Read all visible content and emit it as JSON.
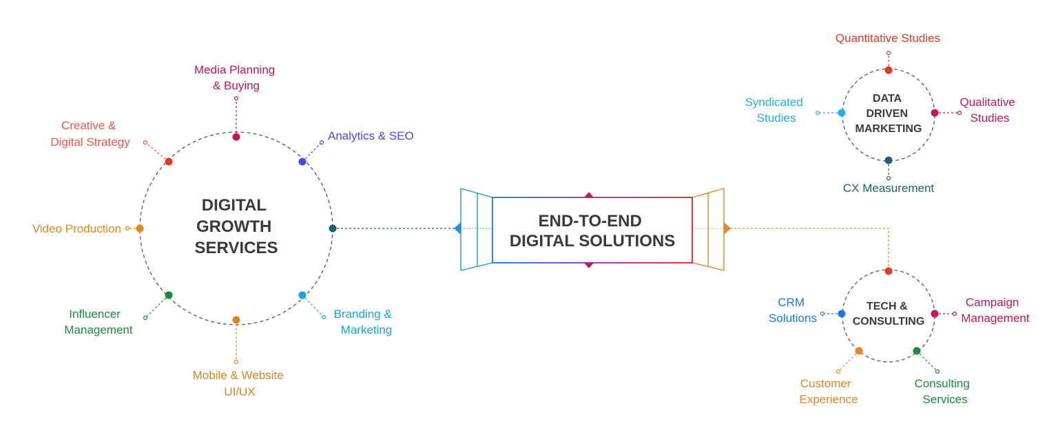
{
  "center": {
    "line1": "END-TO-END",
    "line2": "DIGITAL SOLUTIONS",
    "left_color": "#1e90e6",
    "right_color": "#e8862a",
    "accent_color": "#c2185b"
  },
  "growth": {
    "title": [
      "DIGITAL",
      "GROWTH",
      "SERVICES"
    ],
    "nodes": [
      {
        "id": "media",
        "lines": [
          "Media Planning",
          "& Buying"
        ],
        "color": "#c2185b"
      },
      {
        "id": "analytics",
        "lines": [
          "Analytics & SEO"
        ],
        "color": "#4a4ae0"
      },
      {
        "id": "connector",
        "lines": [],
        "color": "#1d5f7a"
      },
      {
        "id": "branding",
        "lines": [
          "Branding &",
          "Marketing"
        ],
        "color": "#1aa3e0"
      },
      {
        "id": "mobile",
        "lines": [
          "Mobile & Website",
          "UI/UX"
        ],
        "color": "#d9861c"
      },
      {
        "id": "influencer",
        "lines": [
          "Influencer",
          "Management"
        ],
        "color": "#1e8a3c"
      },
      {
        "id": "video",
        "lines": [
          "Video Production"
        ],
        "color": "#e8861a"
      },
      {
        "id": "creative",
        "lines": [
          "Creative &",
          "Digital Strategy"
        ],
        "color": "#ec5a48"
      }
    ]
  },
  "data_driven": {
    "title": [
      "DATA",
      "DRIVEN",
      "MARKETING"
    ],
    "nodes": [
      {
        "id": "quantitative",
        "lines": [
          "Quantitative Studies"
        ],
        "color": "#e53920"
      },
      {
        "id": "qualitative",
        "lines": [
          "Qualitative",
          "Studies"
        ],
        "color": "#c2185b"
      },
      {
        "id": "cx",
        "lines": [
          "CX Measurement"
        ],
        "color": "#1d5f7a"
      },
      {
        "id": "syndicated",
        "lines": [
          "Syndicated",
          "Studies"
        ],
        "color": "#21b1e6"
      }
    ]
  },
  "tech": {
    "title": [
      "TECH &",
      "CONSULTING"
    ],
    "nodes": [
      {
        "id": "connector",
        "lines": [],
        "color": "#e53920"
      },
      {
        "id": "campaign",
        "lines": [
          "Campaign",
          "Management"
        ],
        "color": "#c2185b"
      },
      {
        "id": "consulting",
        "lines": [
          "Consulting",
          "Services"
        ],
        "color": "#1e8a3c"
      },
      {
        "id": "customer",
        "lines": [
          "Customer",
          "Experience"
        ],
        "color": "#e8862a"
      },
      {
        "id": "crm",
        "lines": [
          "CRM",
          "Solutions"
        ],
        "color": "#1e7ae6"
      }
    ]
  }
}
